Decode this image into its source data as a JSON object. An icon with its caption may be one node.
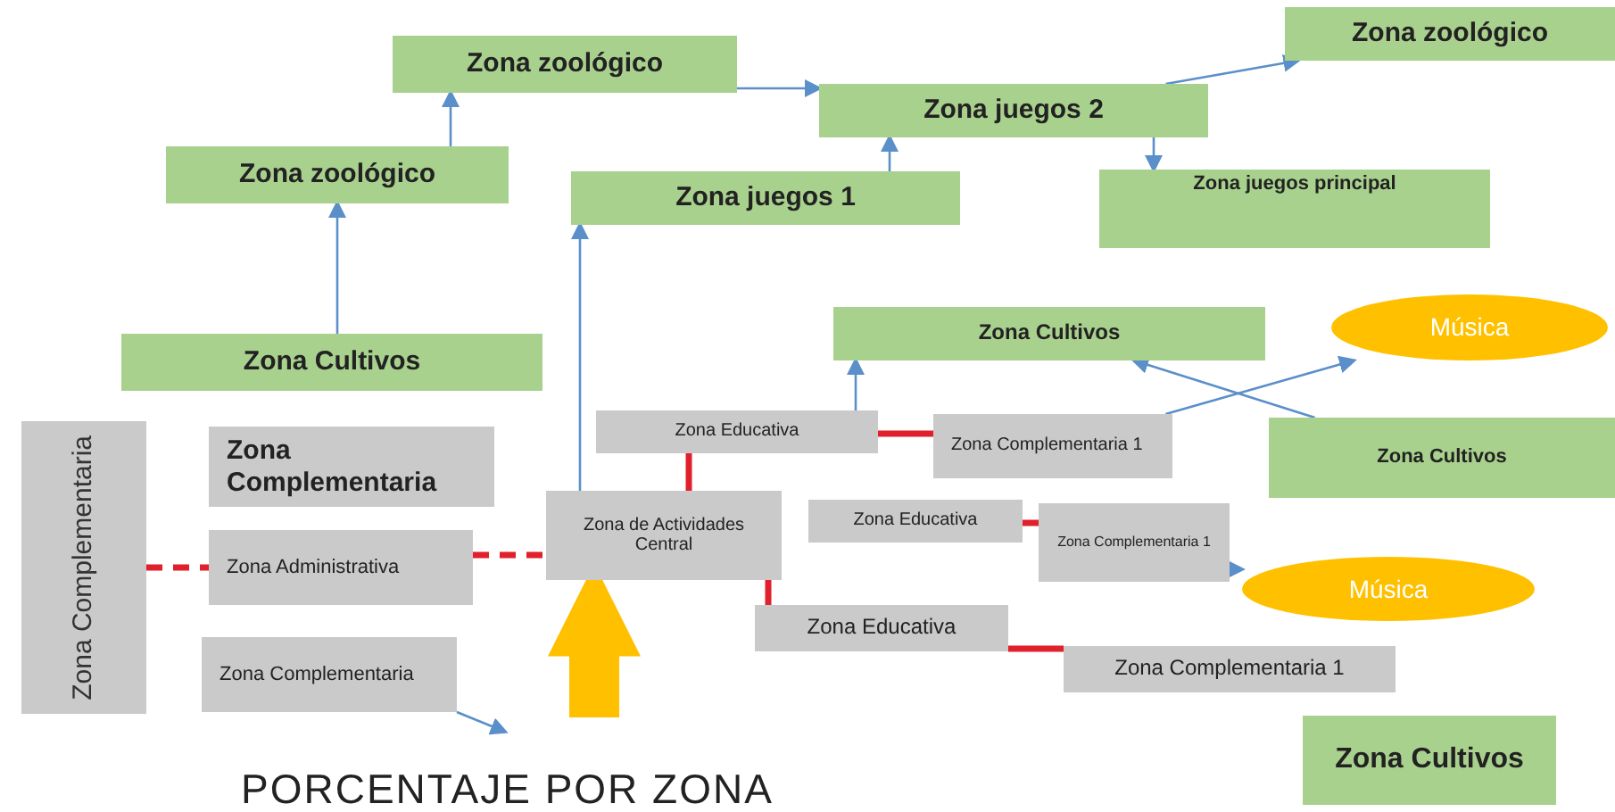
{
  "diagram": {
    "nodes": [
      {
        "text": [
          "Zona zoológico"
        ]
      },
      {
        "text": [
          "Zona zoológico"
        ]
      },
      {
        "text": [
          "Zona juegos 2"
        ]
      },
      {
        "text": [
          "Zona zoológico"
        ]
      },
      {
        "text": [
          "Zona juegos 1"
        ]
      },
      {
        "text": [
          "Zona juegos principal"
        ]
      },
      {
        "text": [
          "Zona Cultivos"
        ]
      },
      {
        "text": [
          "Música"
        ]
      },
      {
        "text": [
          "Zona Cultivos"
        ]
      },
      {
        "text": [
          "Zona Complementaria"
        ]
      },
      {
        "text": [
          "Zona Complementaria"
        ]
      },
      {
        "text": [
          "Zona Educativa"
        ]
      },
      {
        "text": [
          "Zona Complementaria 1"
        ]
      },
      {
        "text": [
          "Zona Cultivos"
        ]
      },
      {
        "text": [
          "Zona Administrativa"
        ]
      },
      {
        "text": [
          "Zona de Actividades Central"
        ]
      },
      {
        "text": [
          "Zona Educativa"
        ]
      },
      {
        "text": [
          "Zona Complementaria 1"
        ]
      },
      {
        "text": [
          "Música"
        ]
      },
      {
        "text": [
          "Zona Educativa"
        ]
      },
      {
        "text": [
          "Zona Complementaria 1"
        ]
      },
      {
        "text": [
          "Zona Complementaria"
        ]
      },
      {
        "text": [
          "Zona Cultivos"
        ]
      }
    ],
    "edges": [
      {
        "from": 8,
        "to": 3,
        "arrow": "to"
      },
      {
        "from": 3,
        "to": 0,
        "arrow": "to"
      },
      {
        "from": 0,
        "to": 2,
        "arrow": "to"
      },
      {
        "from": 4,
        "to": 2,
        "arrow": "to"
      },
      {
        "from": 2,
        "to": 1,
        "arrow": "to"
      },
      {
        "from": 2,
        "to": 5,
        "arrow": "to"
      },
      {
        "from": 15,
        "to": 4,
        "arrow": "to"
      },
      {
        "from": 11,
        "to": 6,
        "arrow": "to"
      },
      {
        "from": 12,
        "to": 7,
        "arrow": "to"
      },
      {
        "from": 13,
        "to": 6,
        "arrow": "to"
      },
      {
        "from": 17,
        "to": 18,
        "arrow": "to"
      },
      {
        "from": 21,
        "to": null,
        "arrow": "to"
      },
      {
        "from": 9,
        "to": 14,
        "arrow": "none",
        "style": "dashed",
        "color": "#e0202a"
      },
      {
        "from": 14,
        "to": 15,
        "arrow": "none",
        "style": "dashed",
        "color": "#e0202a"
      },
      {
        "from": 15,
        "to": 11,
        "arrow": "none",
        "style": "thick",
        "color": "#e0202a"
      },
      {
        "from": 15,
        "to": 19,
        "arrow": "none",
        "style": "thick",
        "color": "#e0202a"
      },
      {
        "from": 11,
        "to": 12,
        "arrow": "none",
        "style": "thick",
        "color": "#e0202a"
      },
      {
        "from": 16,
        "to": 17,
        "arrow": "none",
        "style": "thick",
        "color": "#e0202a"
      },
      {
        "from": 19,
        "to": 20,
        "arrow": "none",
        "style": "thick",
        "color": "#e0202a"
      },
      {
        "from": null,
        "to": 15,
        "arrow": "to",
        "style": "thick",
        "color": "#ffc000"
      }
    ],
    "labels": [
      "PORCENTAJE POR ZONA"
    ]
  }
}
